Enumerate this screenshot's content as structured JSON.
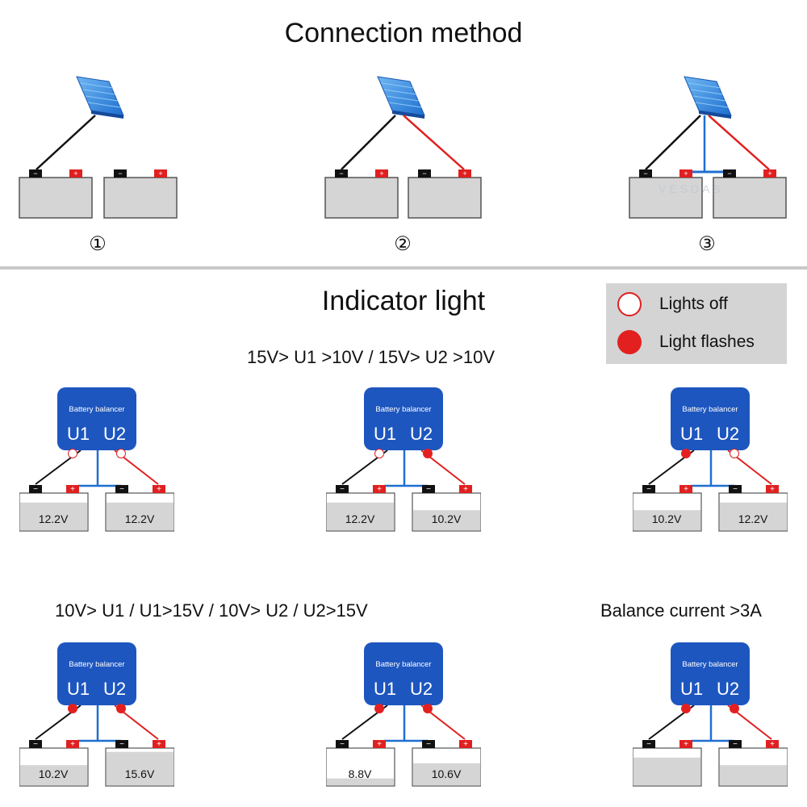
{
  "connection_title": "Connection method",
  "connection_steps": [
    "①",
    "②",
    "③"
  ],
  "indicator_title": "Indicator light",
  "legend": {
    "off_label": "Lights off",
    "on_label": "Light flashes"
  },
  "conditions": {
    "row1": "15V> U1 >10V  /  15V> U2 >10V",
    "row2": "10V> U1 / U1>15V  /  10V> U2 / U2>15V",
    "row3": "Balance current >3A"
  },
  "balancer_label": "Battery balancer",
  "terminal_labels": {
    "u1": "U1",
    "u2": "U2"
  },
  "watermark": "VESDAS",
  "indicators": [
    {
      "voltages": [
        "12.2V",
        "12.2V"
      ],
      "leds": [
        "off",
        "off"
      ],
      "fills": [
        0.75,
        0.75
      ]
    },
    {
      "voltages": [
        "12.2V",
        "10.2V"
      ],
      "leds": [
        "off",
        "on"
      ],
      "fills": [
        0.75,
        0.55
      ]
    },
    {
      "voltages": [
        "10.2V",
        "12.2V"
      ],
      "leds": [
        "on",
        "off"
      ],
      "fills": [
        0.55,
        0.75
      ]
    },
    {
      "voltages": [
        "10.2V",
        "15.6V"
      ],
      "leds": [
        "on",
        "on"
      ],
      "fills": [
        0.55,
        0.9
      ]
    },
    {
      "voltages": [
        "8.8V",
        "10.6V"
      ],
      "leds": [
        "on",
        "on"
      ],
      "fills": [
        0.2,
        0.6
      ]
    },
    {
      "voltages": [
        "",
        ""
      ],
      "leds": [
        "on",
        "on"
      ],
      "fills": [
        0.75,
        0.55
      ]
    }
  ],
  "colors": {
    "balancer_blue": "#1e56bf",
    "device_blue": "#3b8fe3",
    "wire_red": "#e02020",
    "wire_black": "#111111",
    "bridge_blue": "#1e6fd0",
    "battery_fill": "#d5d5d5",
    "battery_border": "#555555"
  }
}
